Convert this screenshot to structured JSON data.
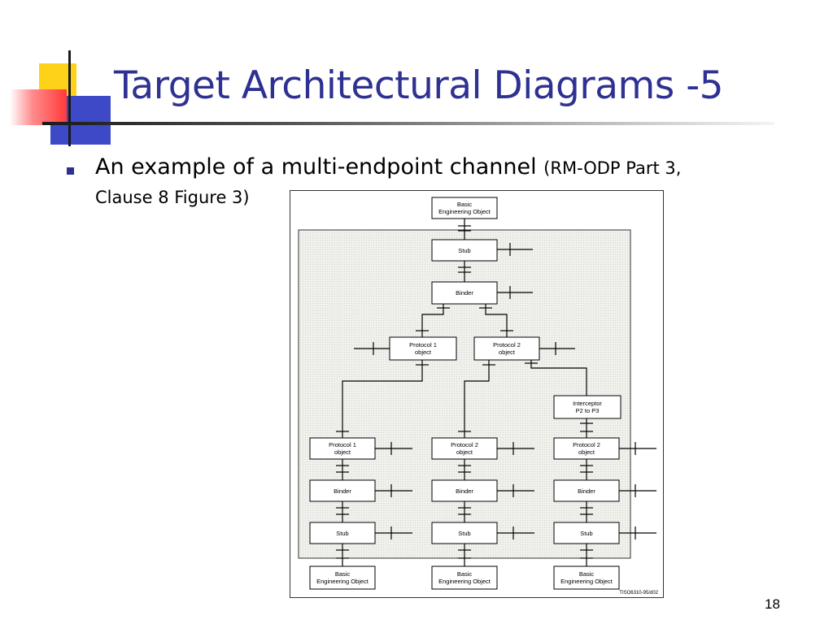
{
  "slide": {
    "title": "Target Architectural Diagrams -5",
    "bullet_main": "An example of a multi-endpoint channel ",
    "bullet_ref_a": "(RM-ODP Part 3,",
    "bullet_ref_b": "Clause 8 Figure 3)",
    "page_number": "18",
    "accent_color": "#2e3192"
  },
  "diagram": {
    "top_object": [
      "Basic",
      "Engineering Object"
    ],
    "top_stub": "Stub",
    "top_binder": "Binder",
    "top_protocol_1": [
      "Protocol 1",
      "object"
    ],
    "top_protocol_2": [
      "Protocol 2",
      "object"
    ],
    "interceptor": [
      "Interceptor",
      "P2 to P3"
    ],
    "left_protocol": [
      "Protocol 1",
      "object"
    ],
    "mid_protocol": [
      "Protocol 2",
      "object"
    ],
    "right_protocol": [
      "Protocol 2",
      "object"
    ],
    "binder_label": "Binder",
    "stub_label": "Stub",
    "bottom_object": [
      "Basic",
      "Engineering Object"
    ],
    "figure_code": "TISO6310-95/d02"
  }
}
